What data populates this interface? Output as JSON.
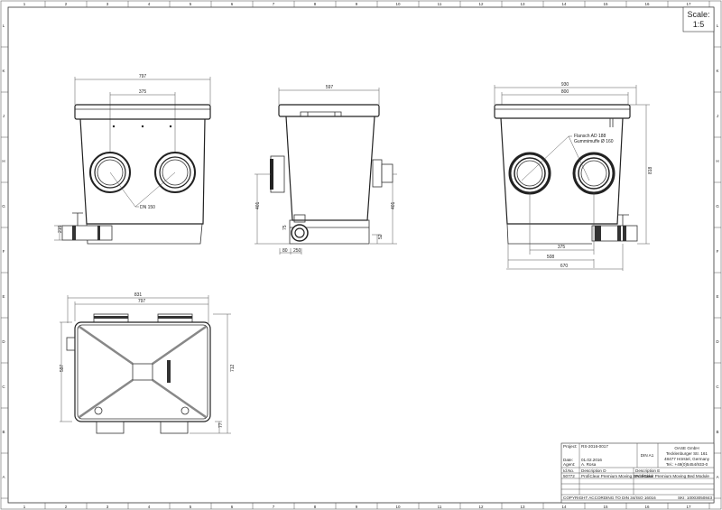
{
  "frame": {
    "columns": [
      "1",
      "2",
      "3",
      "4",
      "5",
      "6",
      "7",
      "8",
      "9",
      "10",
      "11",
      "12",
      "13",
      "14",
      "15",
      "16",
      "17"
    ],
    "rows": [
      "L",
      "K",
      "J",
      "H",
      "G",
      "F",
      "E",
      "D",
      "C",
      "B",
      "A"
    ]
  },
  "scale": {
    "label": "Scale:",
    "value": "1:5"
  },
  "front_view": {
    "width": "797",
    "spacing": "375",
    "inlet_label": "DN 150",
    "outlet_height": "215"
  },
  "side_view": {
    "width": "597",
    "height_left": "401",
    "height_right": "401",
    "bottom_offset": "52",
    "outlet_offset": "75",
    "dim_a": "80",
    "dim_b": "250"
  },
  "back_view": {
    "width_outer": "930",
    "width_inner": "800",
    "height": "818",
    "flange_label_1": "Flansch AD 188",
    "flange_label_2": "Gummimuffe Ø 160",
    "dim_spacing": "375",
    "dim_offset": "508",
    "dim_bottom": "670"
  },
  "top_view": {
    "width_outer": "831",
    "width_inner": "797",
    "depth_left": "597",
    "depth_right": "712",
    "outlet_depth": "77"
  },
  "title_block": {
    "project_label": "Project:",
    "project_value": "RS-2016-0017",
    "date_label": "Date:",
    "date_value": "01.02.2016",
    "agent_label": "Agent:",
    "agent_value": "A. Rosa",
    "format": "DIN A1",
    "company": "OASE GmbH",
    "street": "Tecklenburger Str. 161",
    "city": "48477 Hörstel, Germany",
    "tel": "Tel.: +49(0)5454/933-0",
    "id_header": "Id.No.",
    "desc_d_header": "Description D",
    "desc_e_header": "Description E",
    "id_value": "50772",
    "desc_d_value": "ProfiClear Premium Moving Bed Modul",
    "desc_e_value": "ProfiClear Premium Moving Bed Module",
    "copyright": "COPYRIGHT ACCORDING TO DIN 34/ISO 16016",
    "drawing_no": "SKI: 10003050843"
  }
}
